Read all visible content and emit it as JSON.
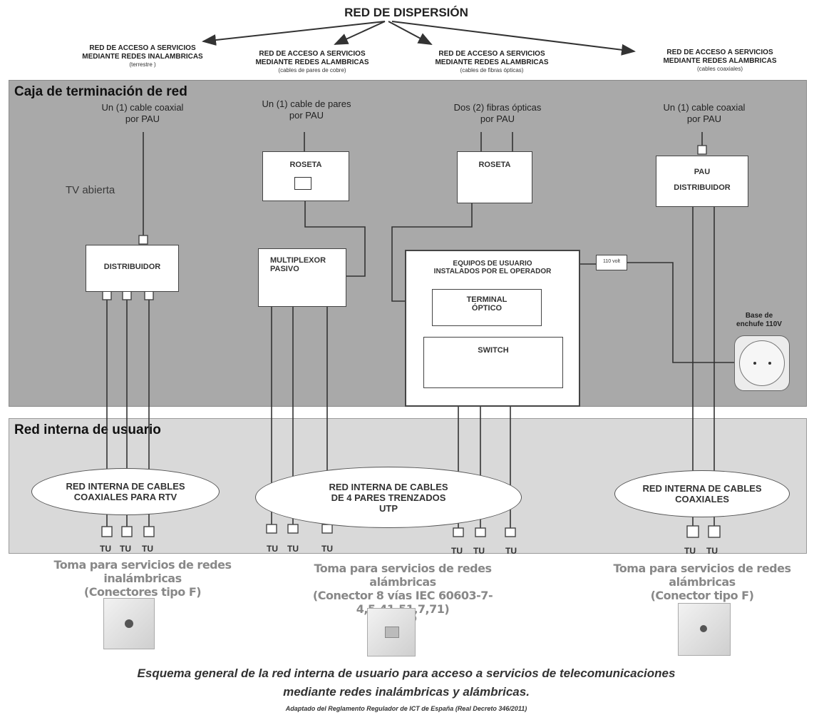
{
  "title": "RED DE  DISPERSIÓN",
  "networks": [
    {
      "line1": "RED DE ACCESO A SERVICIOS",
      "line2": "MEDIANTE REDES INALAMBRICAS",
      "sub": "(terrestre )"
    },
    {
      "line1": "RED DE ACCESO A SERVICIOS",
      "line2": "MEDIANTE REDES ALAMBRICAS",
      "sub": "(cables de pares de cobre)"
    },
    {
      "line1": "RED DE ACCESO A SERVICIOS",
      "line2": "MEDIANTE REDES ALAMBRICAS",
      "sub": "(cables de fibras ópticas)"
    },
    {
      "line1": "RED DE ACCESO A SERVICIOS",
      "line2": "MEDIANTE REDES ALAMBRICAS",
      "sub": "(cables coaxiales)"
    }
  ],
  "zones": {
    "caja": "Caja de terminación de red",
    "red_interna": "Red interna de usuario"
  },
  "columns": {
    "c1_top_line1": "Un (1) cable coaxial",
    "c1_top_line2": "por PAU",
    "c1_tv": "TV abierta",
    "c1_box": "DISTRIBUIDOR",
    "c2_top_line1": "Un (1) cable de pares",
    "c2_top_line2": "por PAU",
    "c2_roseta": "ROSETA",
    "c2_mux_line1": "MULTIPLEXOR",
    "c2_mux_line2": "PASIVO",
    "c3_top_line1": "Dos (2) fibras ópticas",
    "c3_top_line2": "por PAU",
    "c3_roseta": "ROSETA",
    "c3_equipos_line1": "EQUIPOS DE USUARIO",
    "c3_equipos_line2": "INSTALADOS POR EL OPERADOR",
    "c3_terminal_line1": "TERMINAL",
    "c3_terminal_line2": "ÓPTICO",
    "c3_switch": "SWITCH",
    "c3_volt": "110 volt",
    "c3_base_line1": "Base de",
    "c3_base_line2": "enchufe 110V",
    "c4_top_line1": "Un (1) cable coaxial",
    "c4_top_line2": "por PAU",
    "c4_pau": "PAU",
    "c4_distribuidor": "DISTRIBUIDOR"
  },
  "ellipses": {
    "e1_line1": "RED INTERNA DE CABLES",
    "e1_line2": "COAXIALES PARA RTV",
    "e2_line1": "RED INTERNA DE CABLES",
    "e2_line2": "DE 4 PARES TRENZADOS",
    "e2_line3": "UTP",
    "e3_line1": "RED INTERNA DE CABLES",
    "e3_line2": "COAXIALES"
  },
  "tu_label": "TU",
  "tomas": {
    "t1_line1": "Toma para servicios de redes inalámbricas",
    "t1_line2": "(Conectores tipo F)",
    "t2_line1": "Toma para servicios de redes alámbricas",
    "t2_line2": "(Conector 8 vías IEC 60603-7-4,5,41,51,7,71)",
    "t2_line3": "(tipo RJ 45)",
    "t3_line1": "Toma para servicios de redes alámbricas",
    "t3_line2": "(Conector tipo F)"
  },
  "caption": {
    "line1": "Esquema general de la red interna de usuario para acceso a servicios de telecomunicaciones",
    "line2": "mediante redes inalámbricas y alámbricas.",
    "line3": "Adaptado del Reglamento Regulador de ICT de España (Real Decreto 346/2011)"
  }
}
